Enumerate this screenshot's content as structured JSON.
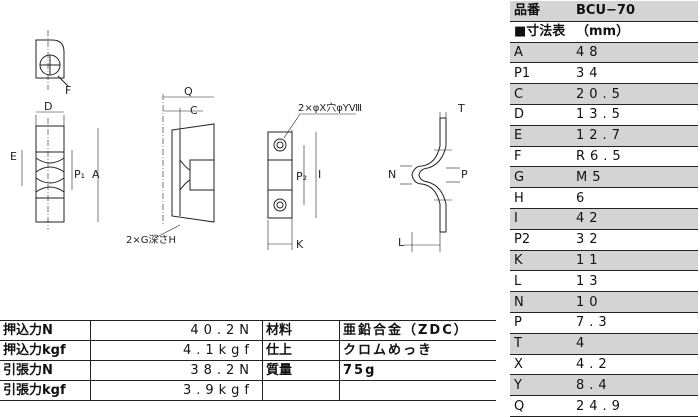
{
  "drawing": {
    "labels": {
      "F": "F",
      "D": "D",
      "E": "E",
      "P1": "P₁",
      "A": "A",
      "Q": "Q",
      "C": "C",
      "G": "2×G深さH",
      "hole": "2×φX穴φYⅧ",
      "P2": "P₂",
      "I": "I",
      "K": "K",
      "T": "T",
      "N": "N",
      "P": "P",
      "L": "L"
    }
  },
  "spec": {
    "product_label": "品番",
    "product_code": "BCU−70",
    "dims_label": "■寸法表",
    "unit": "（mm）",
    "rows": [
      {
        "key": "A",
        "value": "48"
      },
      {
        "key": "P1",
        "value": "34"
      },
      {
        "key": "C",
        "value": "20.5"
      },
      {
        "key": "D",
        "value": "13.5"
      },
      {
        "key": "E",
        "value": "12.7"
      },
      {
        "key": "F",
        "value": "R6.5"
      },
      {
        "key": "G",
        "value": "M5"
      },
      {
        "key": "H",
        "value": "6"
      },
      {
        "key": "I",
        "value": "42"
      },
      {
        "key": "P2",
        "value": "32"
      },
      {
        "key": "K",
        "value": "11"
      },
      {
        "key": "L",
        "value": "13"
      },
      {
        "key": "N",
        "value": "10"
      },
      {
        "key": "P",
        "value": "7.3"
      },
      {
        "key": "T",
        "value": "4"
      },
      {
        "key": "X",
        "value": "4.2"
      },
      {
        "key": "Y",
        "value": "8.4"
      },
      {
        "key": "Q",
        "value": "24.9"
      }
    ]
  },
  "bottom": {
    "rows": [
      {
        "label": "押込力N",
        "value": "40.2N",
        "label2": "材料",
        "value2": "亜鉛合金（ZDC）"
      },
      {
        "label": "押込力kgf",
        "value": "4.1kgf",
        "label2": "仕上",
        "value2": "クロムめっき"
      },
      {
        "label": "引張力N",
        "value": "38.2N",
        "label2": "質量",
        "value2": "75g"
      },
      {
        "label": "引張力kgf",
        "value": "3.9kgf",
        "label2": "",
        "value2": ""
      }
    ]
  }
}
